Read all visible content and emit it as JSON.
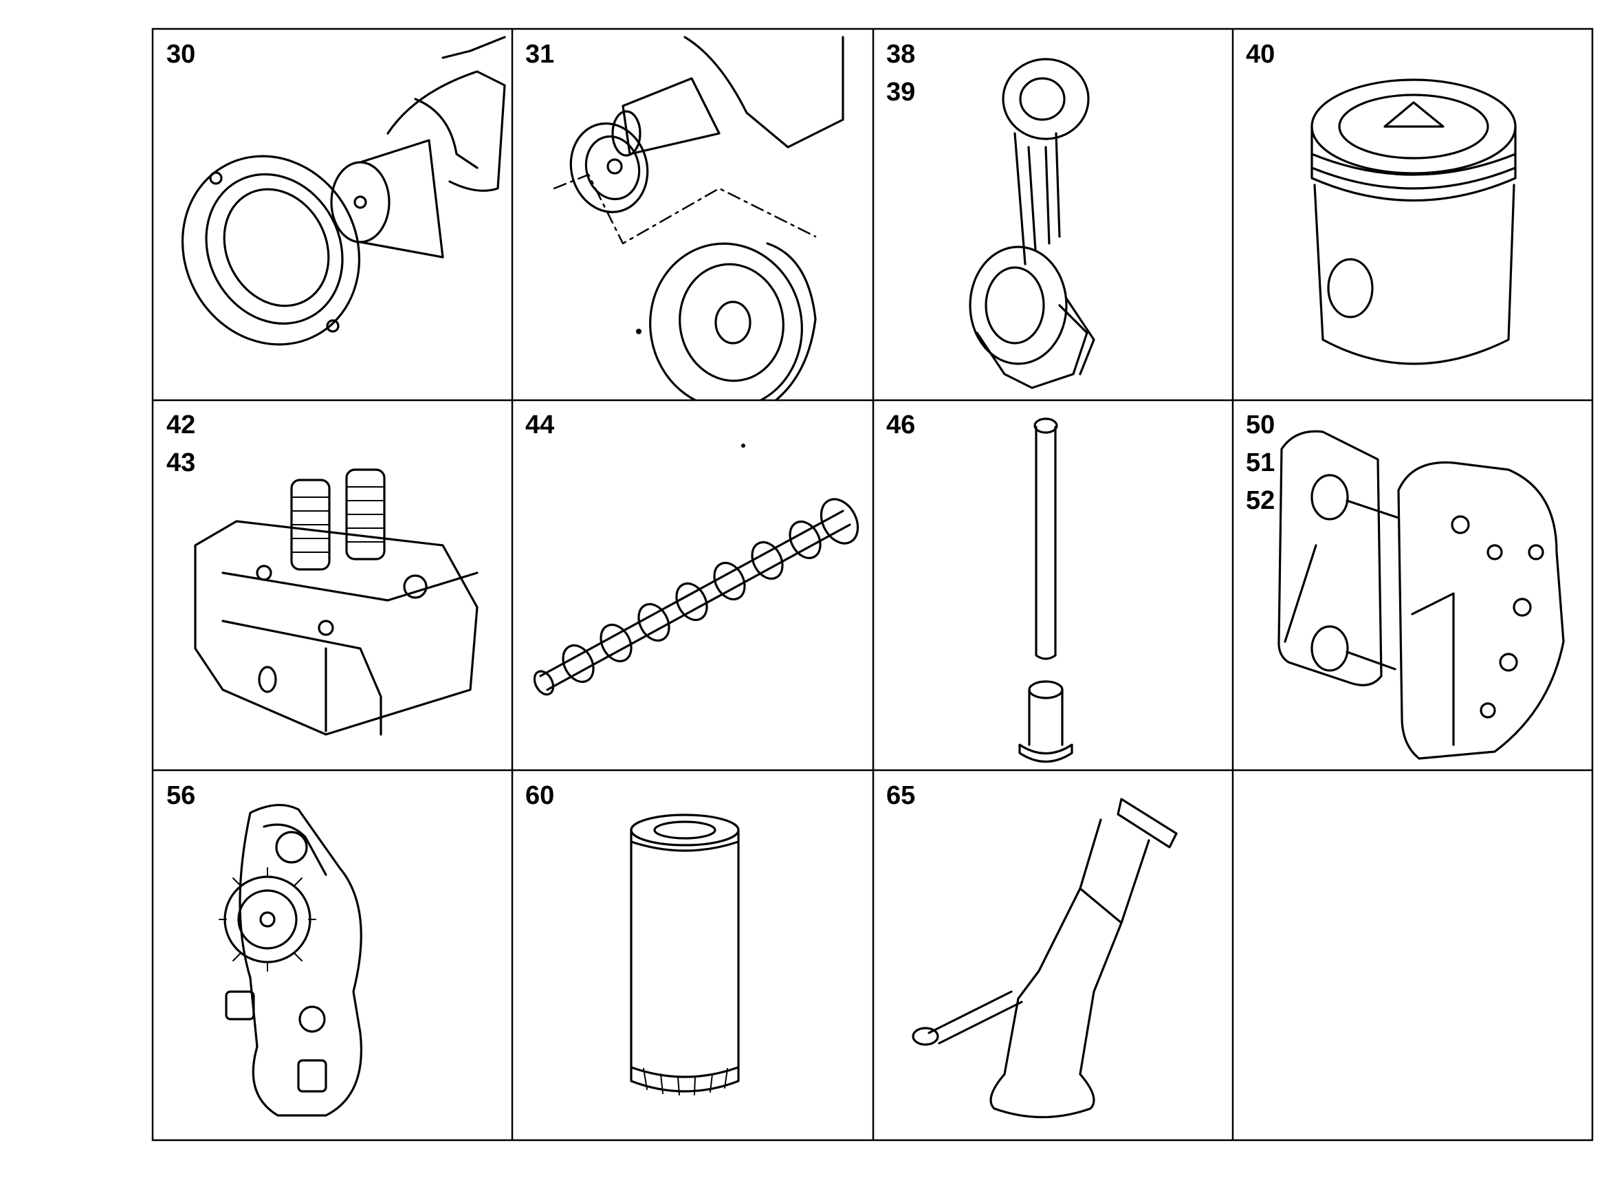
{
  "cells": [
    {
      "labels": [
        "30"
      ],
      "icon": "crankshaft-rear-seal-icon"
    },
    {
      "labels": [
        "31"
      ],
      "icon": "crankshaft-gear-pulley-icon"
    },
    {
      "labels": [
        "38",
        "39"
      ],
      "icon": "connecting-rod-icon"
    },
    {
      "labels": [
        "40"
      ],
      "icon": "piston-icon"
    },
    {
      "labels": [
        "42",
        "43"
      ],
      "icon": "cylinder-head-icon"
    },
    {
      "labels": [
        "44"
      ],
      "icon": "camshaft-icon"
    },
    {
      "labels": [
        "46"
      ],
      "icon": "push-rod-tappet-icon"
    },
    {
      "labels": [
        "50",
        "51",
        "52"
      ],
      "icon": "oil-cooler-icon"
    },
    {
      "labels": [
        "56"
      ],
      "icon": "oil-pump-icon"
    },
    {
      "labels": [
        "60"
      ],
      "icon": "oil-filter-icon"
    },
    {
      "labels": [
        "65"
      ],
      "icon": "oil-suction-pipe-icon"
    },
    {
      "labels": [],
      "icon": ""
    }
  ]
}
